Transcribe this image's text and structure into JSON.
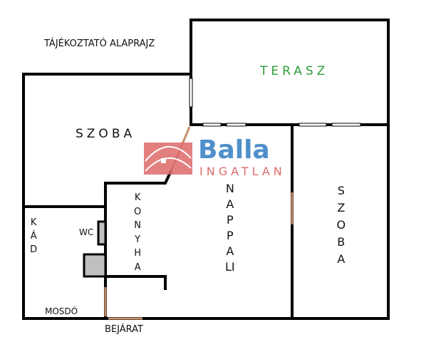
{
  "title": "TÁJÉKOZTATÓ ALAPRAJZ",
  "rooms": {
    "terrace": "TERASZ",
    "bedroom_left": "SZOBA",
    "bath_tub": "KÁD",
    "wc": "WC",
    "kitchen": "KONYHA",
    "living_room": "NAPPALI",
    "bedroom_right": "SZOBA",
    "washbasin": "MOSDÓ",
    "entrance": "BEJÁRAT"
  },
  "watermark": {
    "brand": "Balla",
    "sub": "INGATLAN"
  },
  "colors": {
    "wall": "#000000",
    "door": "#c8906a",
    "terrace_text": "#2e9e3a",
    "logo_red": "#dd6a6a",
    "logo_blue": "#4f8fcb",
    "fixture": "#c0c0c0"
  }
}
